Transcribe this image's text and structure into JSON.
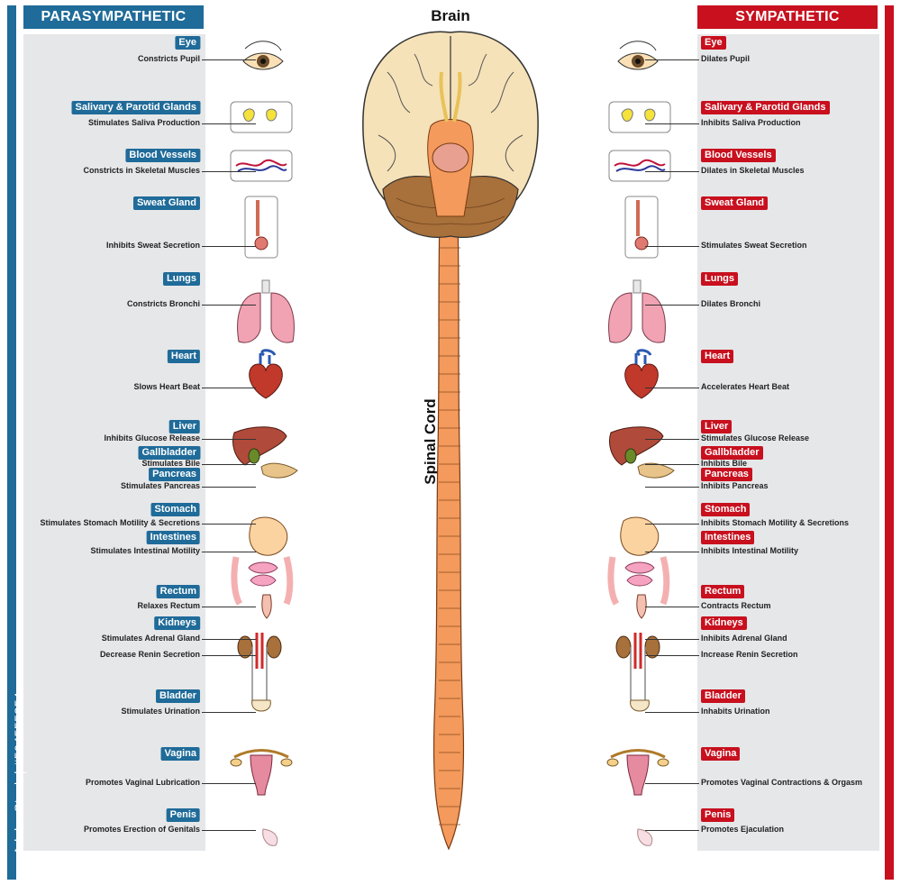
{
  "titles": {
    "brain": "Brain",
    "spinal_cord": "Spinal Cord"
  },
  "headers": {
    "left": "PARASYMPATHETIC",
    "right": "SYMPATHETIC"
  },
  "watermark": "Adobe Stock | #504555354",
  "colors": {
    "parasympathetic": "#1f6b99",
    "sympathetic": "#c8101e",
    "panel": "#e6e7e9",
    "spinal_cord": "#f39a5c"
  },
  "organs": [
    {
      "id": "eye",
      "name": "Eye",
      "left_effects": [
        "Constricts Pupil"
      ],
      "right_effects": [
        "Dilates Pupil"
      ],
      "icon": "eye-icon"
    },
    {
      "id": "glands",
      "name": "Salivary & Parotid Glands",
      "left_effects": [
        "Stimulates Saliva Production"
      ],
      "right_effects": [
        "Inhibits Saliva Production"
      ],
      "icon": "salivary-gland-icon"
    },
    {
      "id": "vessels",
      "name": "Blood Vessels",
      "left_effects": [
        "Constricts in Skeletal Muscles"
      ],
      "right_effects": [
        "Dilates in Skeletal Muscles"
      ],
      "icon": "blood-vessels-icon"
    },
    {
      "id": "sweat",
      "name": "Sweat Gland",
      "left_effects": [
        "Inhibits Sweat Secretion"
      ],
      "right_effects": [
        "Stimulates Sweat Secretion"
      ],
      "icon": "sweat-gland-icon"
    },
    {
      "id": "lungs",
      "name": "Lungs",
      "left_effects": [
        "Constricts Bronchi"
      ],
      "right_effects": [
        "Dilates Bronchi"
      ],
      "icon": "lungs-icon"
    },
    {
      "id": "heart",
      "name": "Heart",
      "left_effects": [
        "Slows Heart Beat"
      ],
      "right_effects": [
        "Accelerates Heart Beat"
      ],
      "icon": "heart-icon"
    },
    {
      "id": "liver",
      "name": "Liver",
      "left_effects": [
        "Inhibits Glucose Release"
      ],
      "right_effects": [
        "Stimulates Glucose Release"
      ],
      "icon": "liver-icon"
    },
    {
      "id": "gallbladder",
      "name": "Gallbladder",
      "left_effects": [
        "Stimulates Bile"
      ],
      "right_effects": [
        "Inhibits Bile"
      ],
      "icon": "gallbladder-icon"
    },
    {
      "id": "pancreas",
      "name": "Pancreas",
      "left_effects": [
        "Stimulates Pancreas"
      ],
      "right_effects": [
        "Inhibits Pancreas"
      ],
      "icon": "pancreas-icon"
    },
    {
      "id": "stomach",
      "name": "Stomach",
      "left_effects": [
        "Stimulates Stomach Motility & Secretions"
      ],
      "right_effects": [
        "Inhibits Stomach Motility & Secretions"
      ],
      "icon": "stomach-icon"
    },
    {
      "id": "intestines",
      "name": "Intestines",
      "left_effects": [
        "Stimulates Intestinal Motility"
      ],
      "right_effects": [
        "Inhibits Intestinal Motility"
      ],
      "icon": "intestines-icon"
    },
    {
      "id": "rectum",
      "name": "Rectum",
      "left_effects": [
        "Relaxes Rectum"
      ],
      "right_effects": [
        "Contracts Rectum"
      ],
      "icon": "rectum-icon"
    },
    {
      "id": "kidneys",
      "name": "Kidneys",
      "left_effects": [
        "Stimulates Adrenal Gland",
        "Decrease Renin Secretion"
      ],
      "right_effects": [
        "Inhibits Adrenal Gland",
        "Increase Renin Secretion"
      ],
      "icon": "kidneys-icon"
    },
    {
      "id": "bladder",
      "name": "Bladder",
      "left_effects": [
        "Stimulates Urination"
      ],
      "right_effects": [
        "Inhabits Urination"
      ],
      "icon": "bladder-icon"
    },
    {
      "id": "vagina",
      "name": "Vagina",
      "left_effects": [
        "Promotes Vaginal Lubrication"
      ],
      "right_effects": [
        "Promotes Vaginal Contractions & Orgasm"
      ],
      "icon": "uterus-icon"
    },
    {
      "id": "penis",
      "name": "Penis",
      "left_effects": [
        "Promotes Erection of Genitals"
      ],
      "right_effects": [
        "Promotes Ejaculation"
      ],
      "icon": "penis-icon"
    }
  ]
}
